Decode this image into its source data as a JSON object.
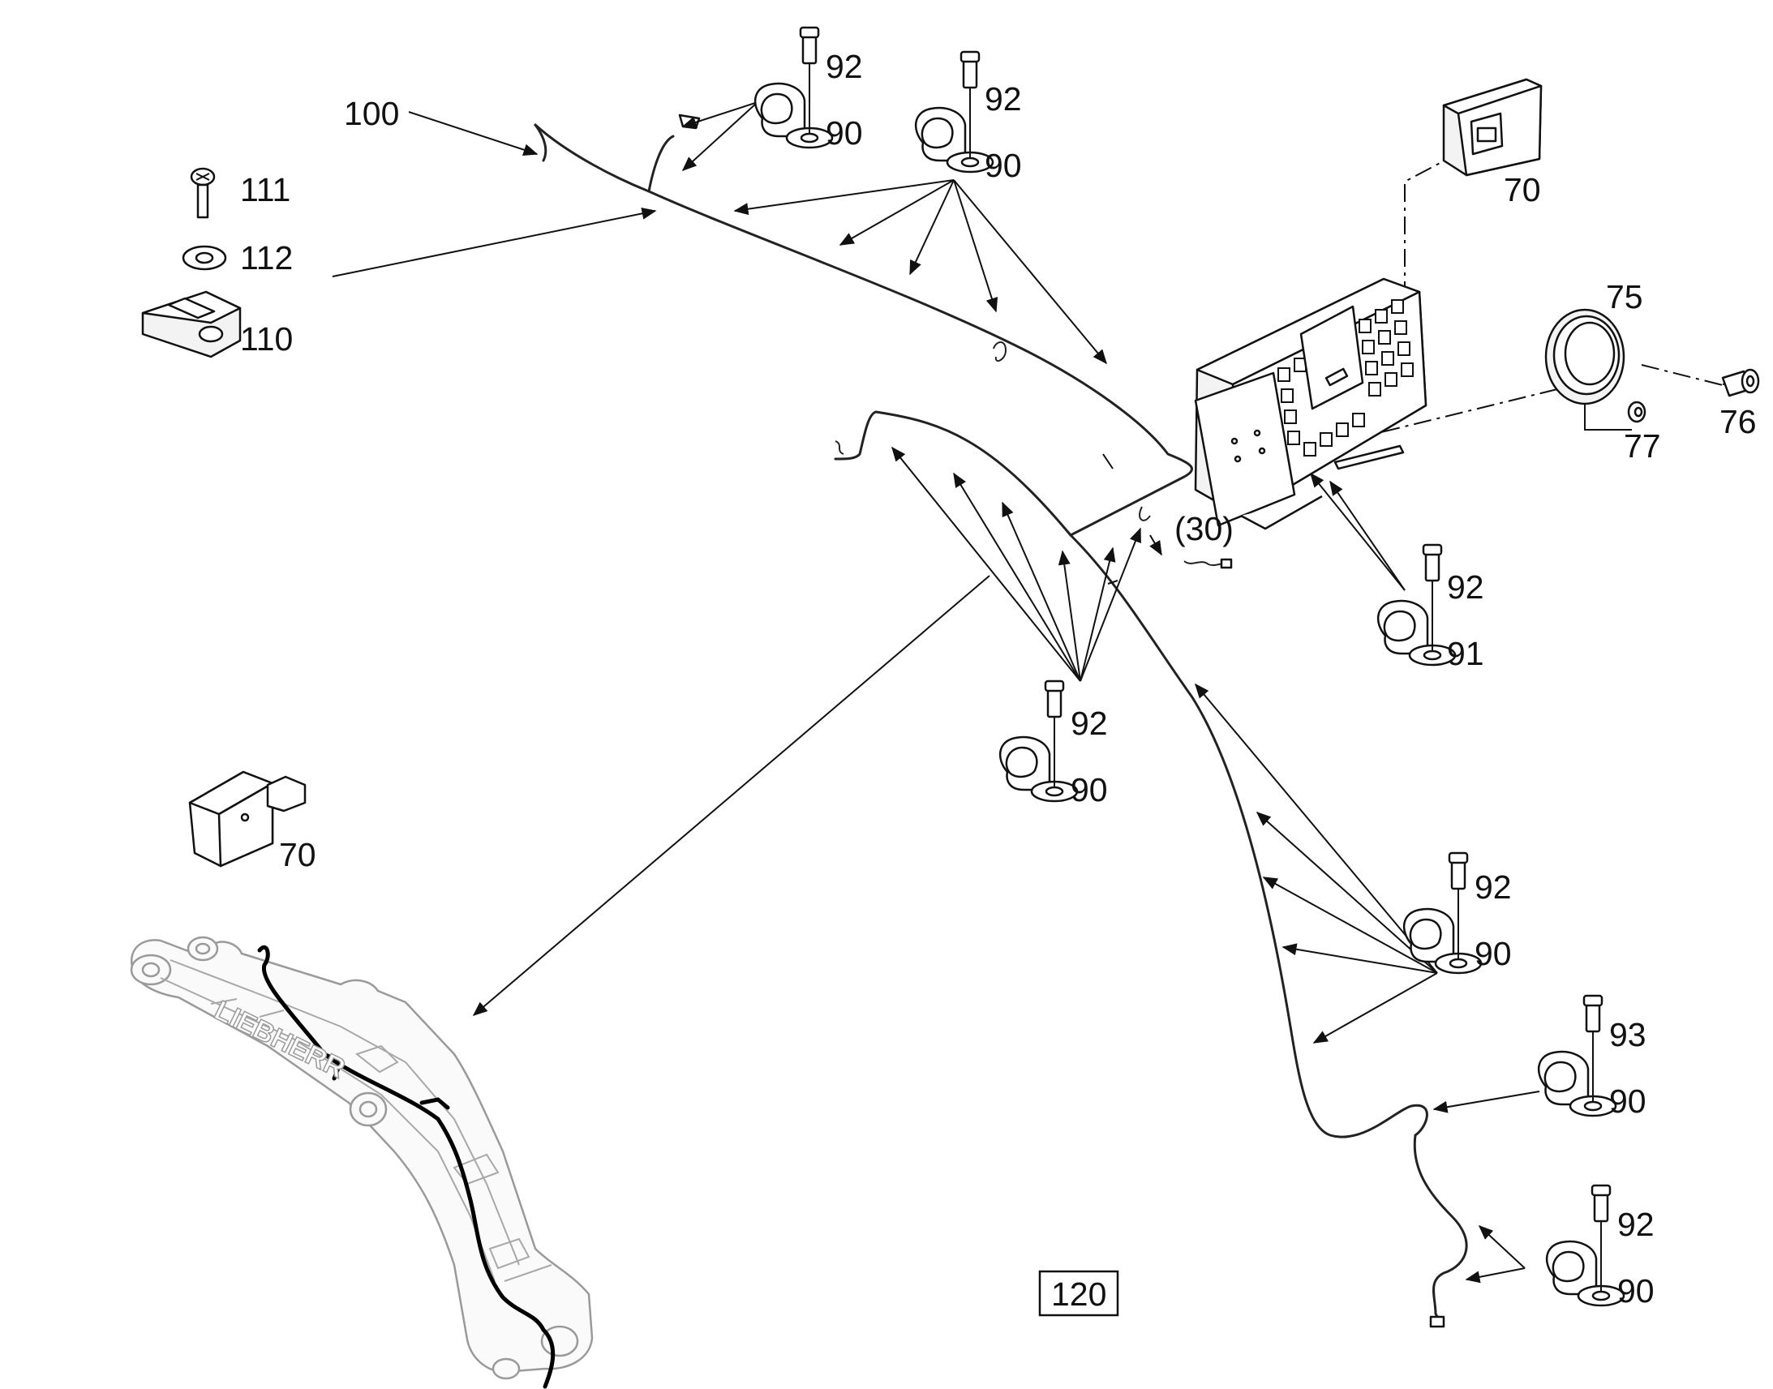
{
  "title_box": "120",
  "labels": {
    "harness": "100",
    "screw_111": "111",
    "washer_112": "112",
    "bracket_110": "110",
    "module_top": "70",
    "module_left": "70",
    "cover": "75",
    "plug": "76",
    "seal": "77",
    "ref_30": "(30)",
    "clip_a_bolt": "92",
    "clip_a": "90",
    "clip_b_bolt": "92",
    "clip_b": "90",
    "clip_c_bolt": "92",
    "clip_c": "91",
    "clip_d_bolt": "92",
    "clip_d": "90",
    "clip_e_bolt": "92",
    "clip_e": "90",
    "clip_f_bolt": "93",
    "clip_f": "90",
    "clip_g_bolt": "92",
    "clip_g": "90"
  },
  "boom_brand": "LIEBHERR"
}
